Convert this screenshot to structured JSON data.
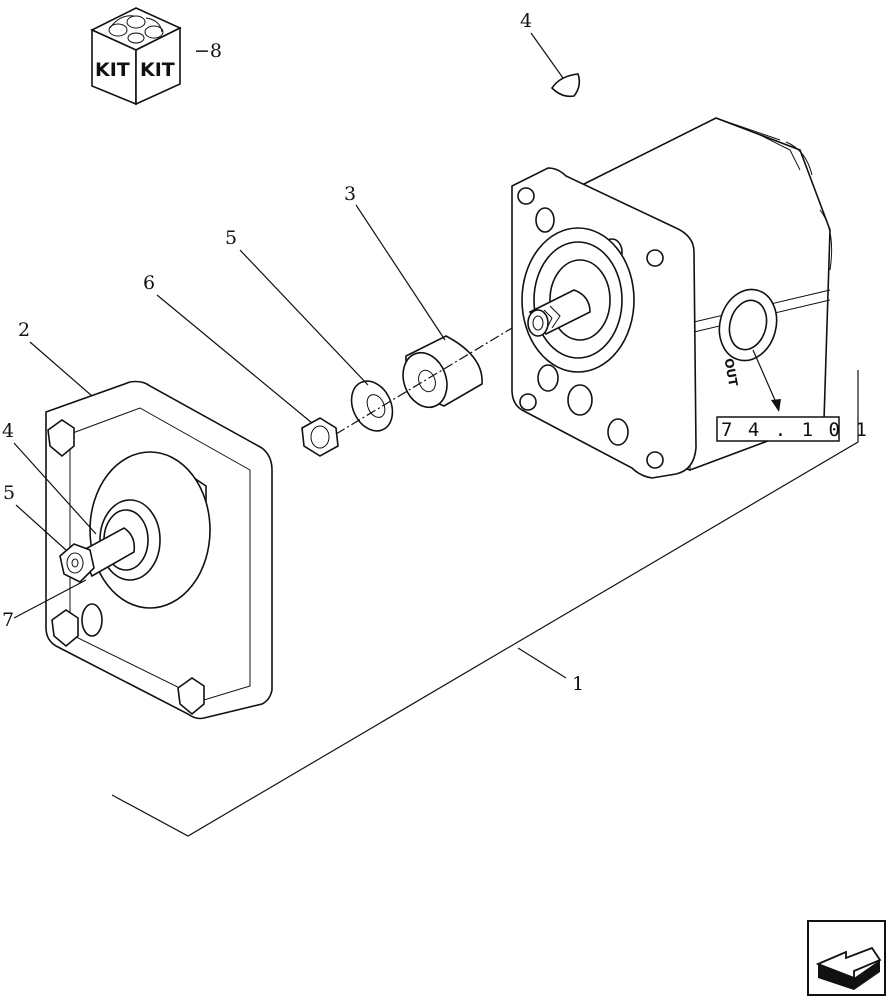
{
  "kit": {
    "label_left": "KIT",
    "label_right": "KIT",
    "callout": "−8"
  },
  "callouts": {
    "item_1": "1",
    "item_2": "2",
    "item_3": "3",
    "item_4_top": "4",
    "item_4_left": "4",
    "item_5_top": "5",
    "item_5_left": "5",
    "item_6": "6",
    "item_7": "7"
  },
  "pump": {
    "port_label": "OUT"
  },
  "reference": {
    "text": "7 4 . 1 0 1"
  },
  "nav": {
    "icon": "back-arrow-icon"
  }
}
